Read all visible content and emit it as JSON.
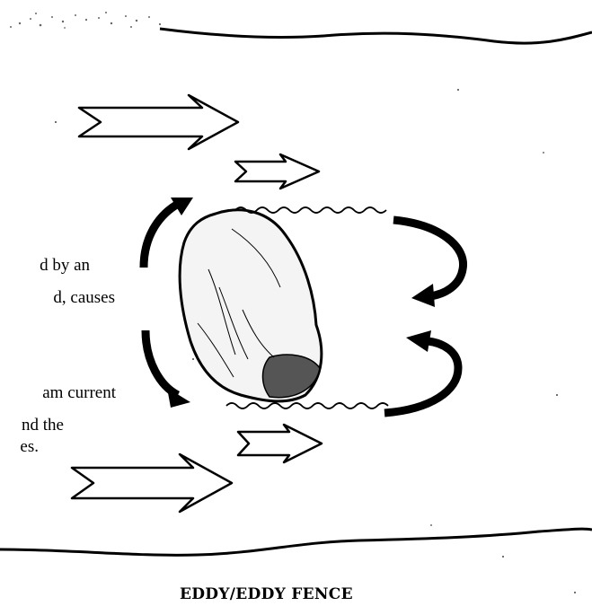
{
  "text_fragments": [
    "d by an",
    "d, causes",
    "am current",
    "nd the",
    "es."
  ],
  "caption": "EDDY/EDDY FENCE"
}
